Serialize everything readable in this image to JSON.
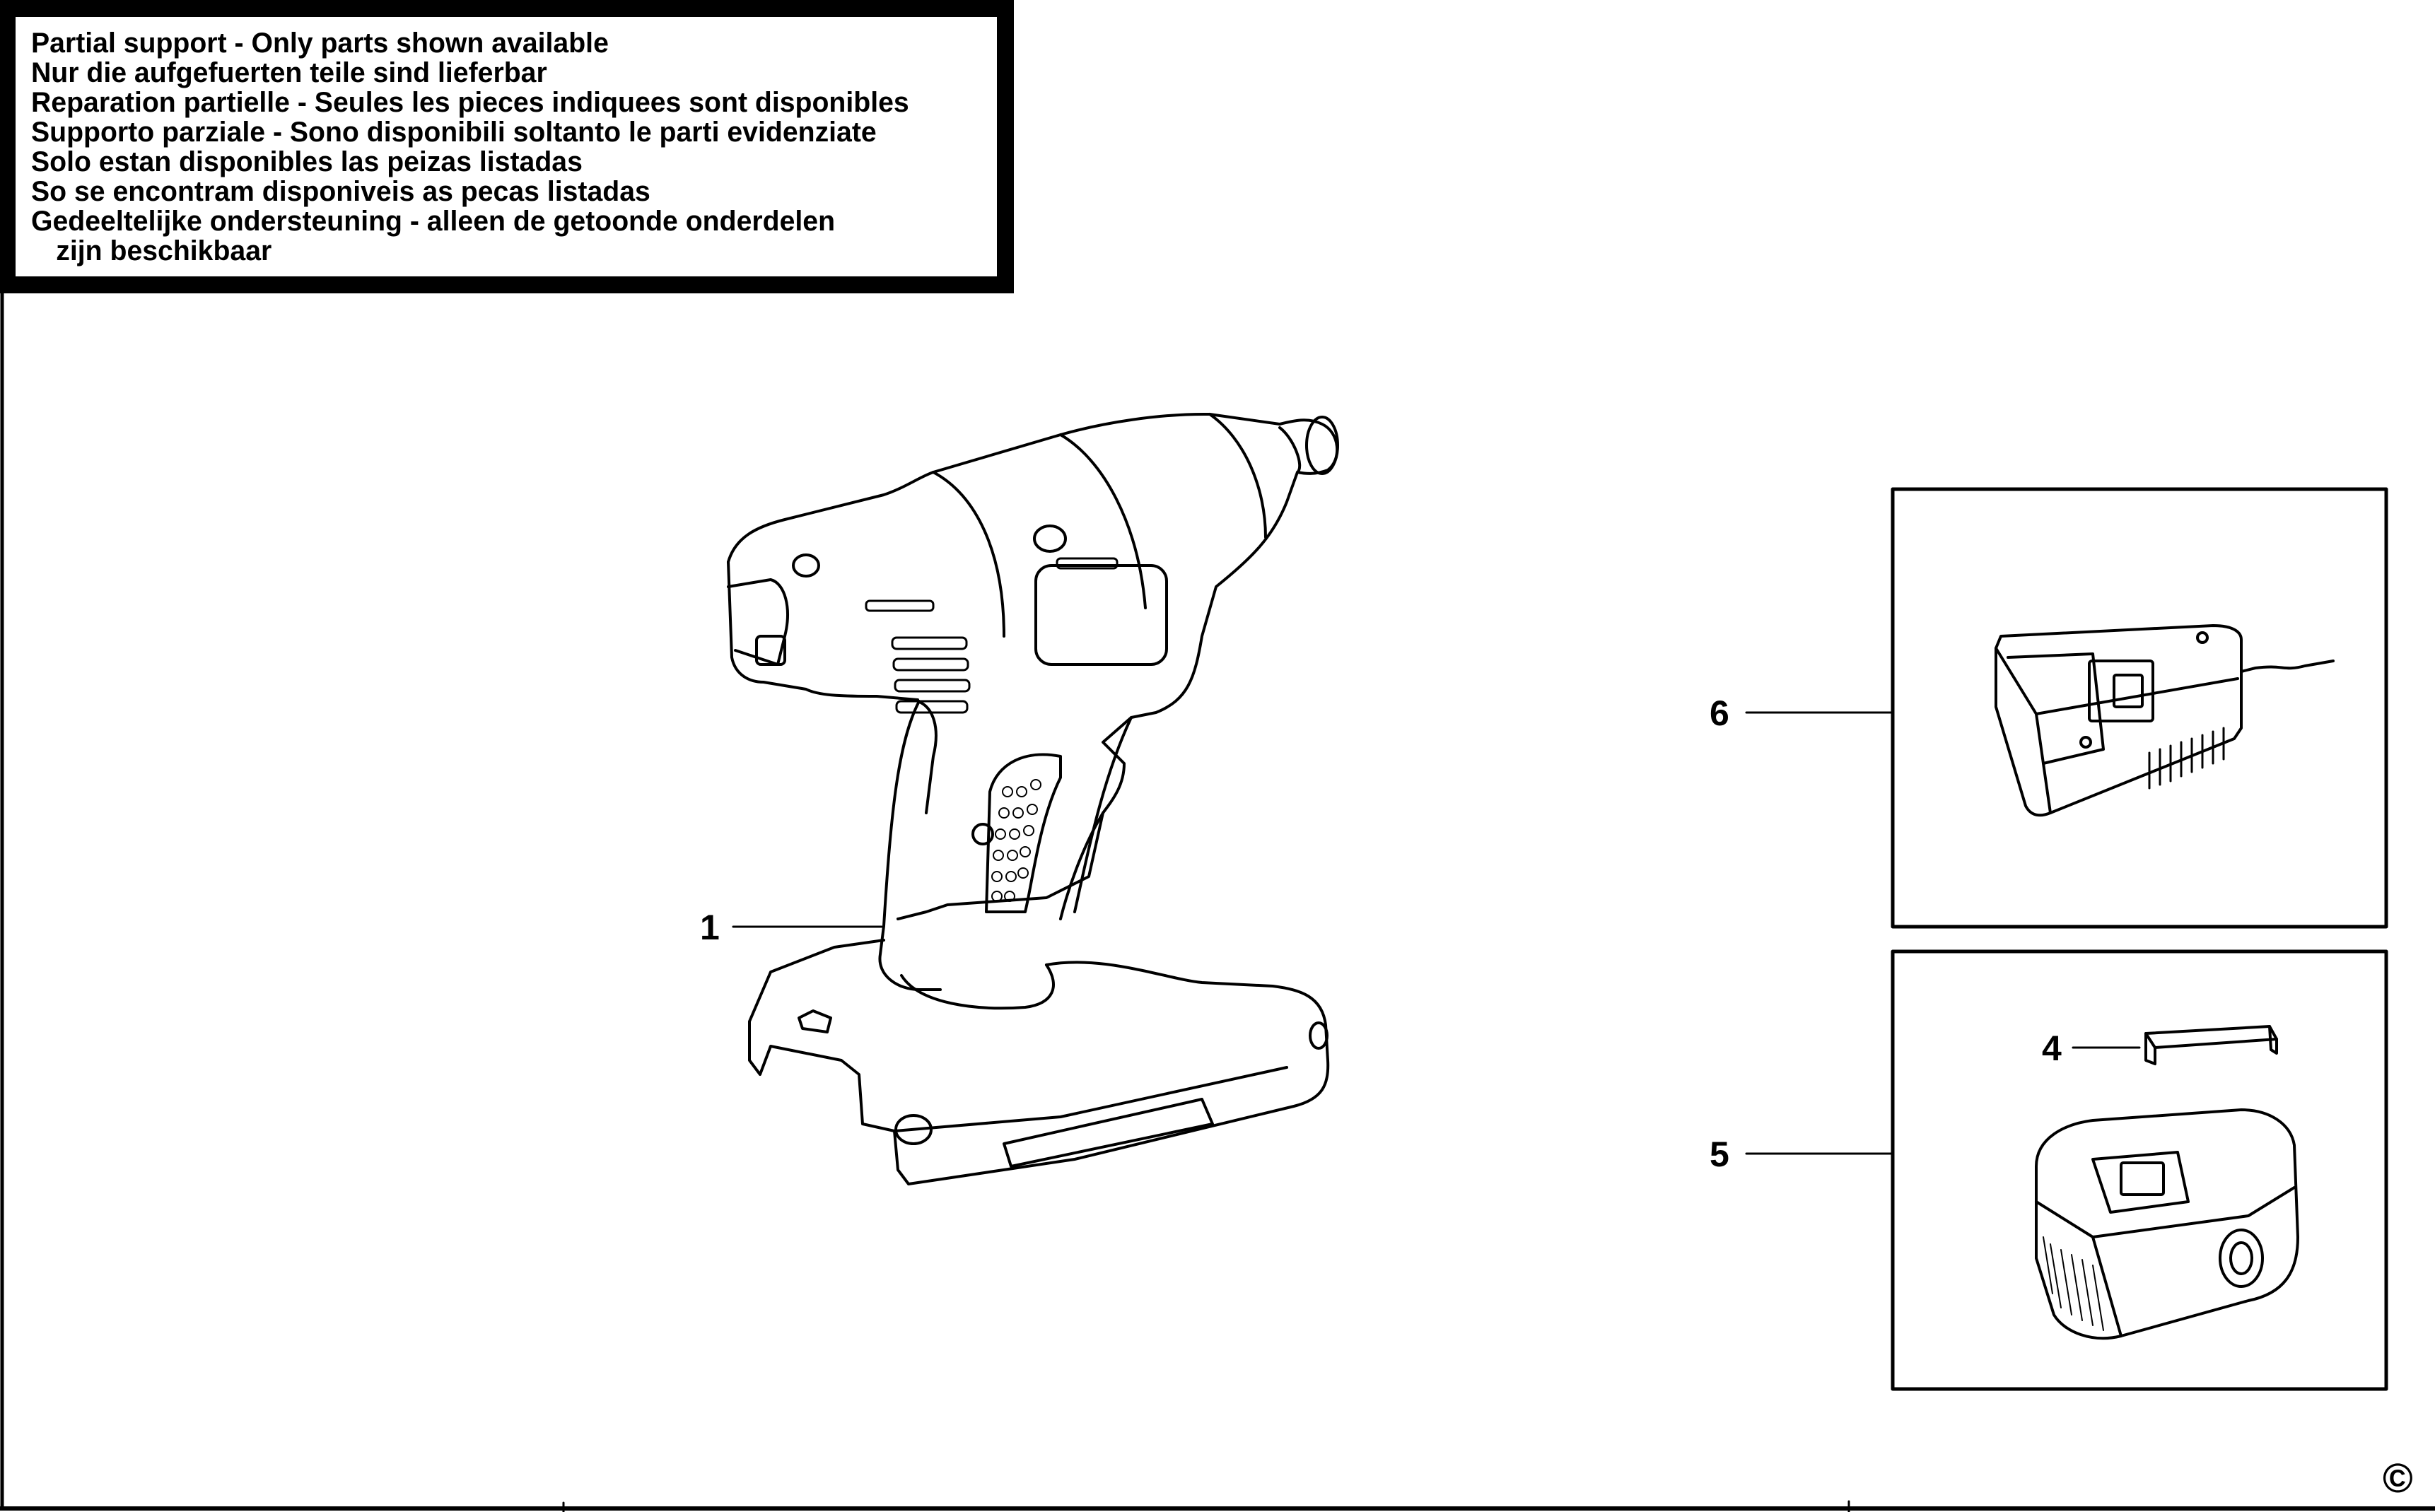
{
  "notice": {
    "lines": [
      "Partial support - Only parts shown available",
      "Nur die aufgefuerten teile sind lieferbar",
      "Reparation partielle - Seules les pieces indiquees sont disponibles",
      "Supporto parziale - Sono disponibili soltanto le parti evidenziate",
      "Solo estan disponibles las peizas listadas",
      "So se encontram disponiveis as pecas listadas",
      "Gedeeltelijke ondersteuning - alleen de getoonde onderdelen",
      "zijn beschikbaar"
    ]
  },
  "callouts": {
    "drill_body": "1",
    "clip": "4",
    "battery_adapter": "5",
    "charger": "6"
  },
  "copyright_symbol": "©"
}
